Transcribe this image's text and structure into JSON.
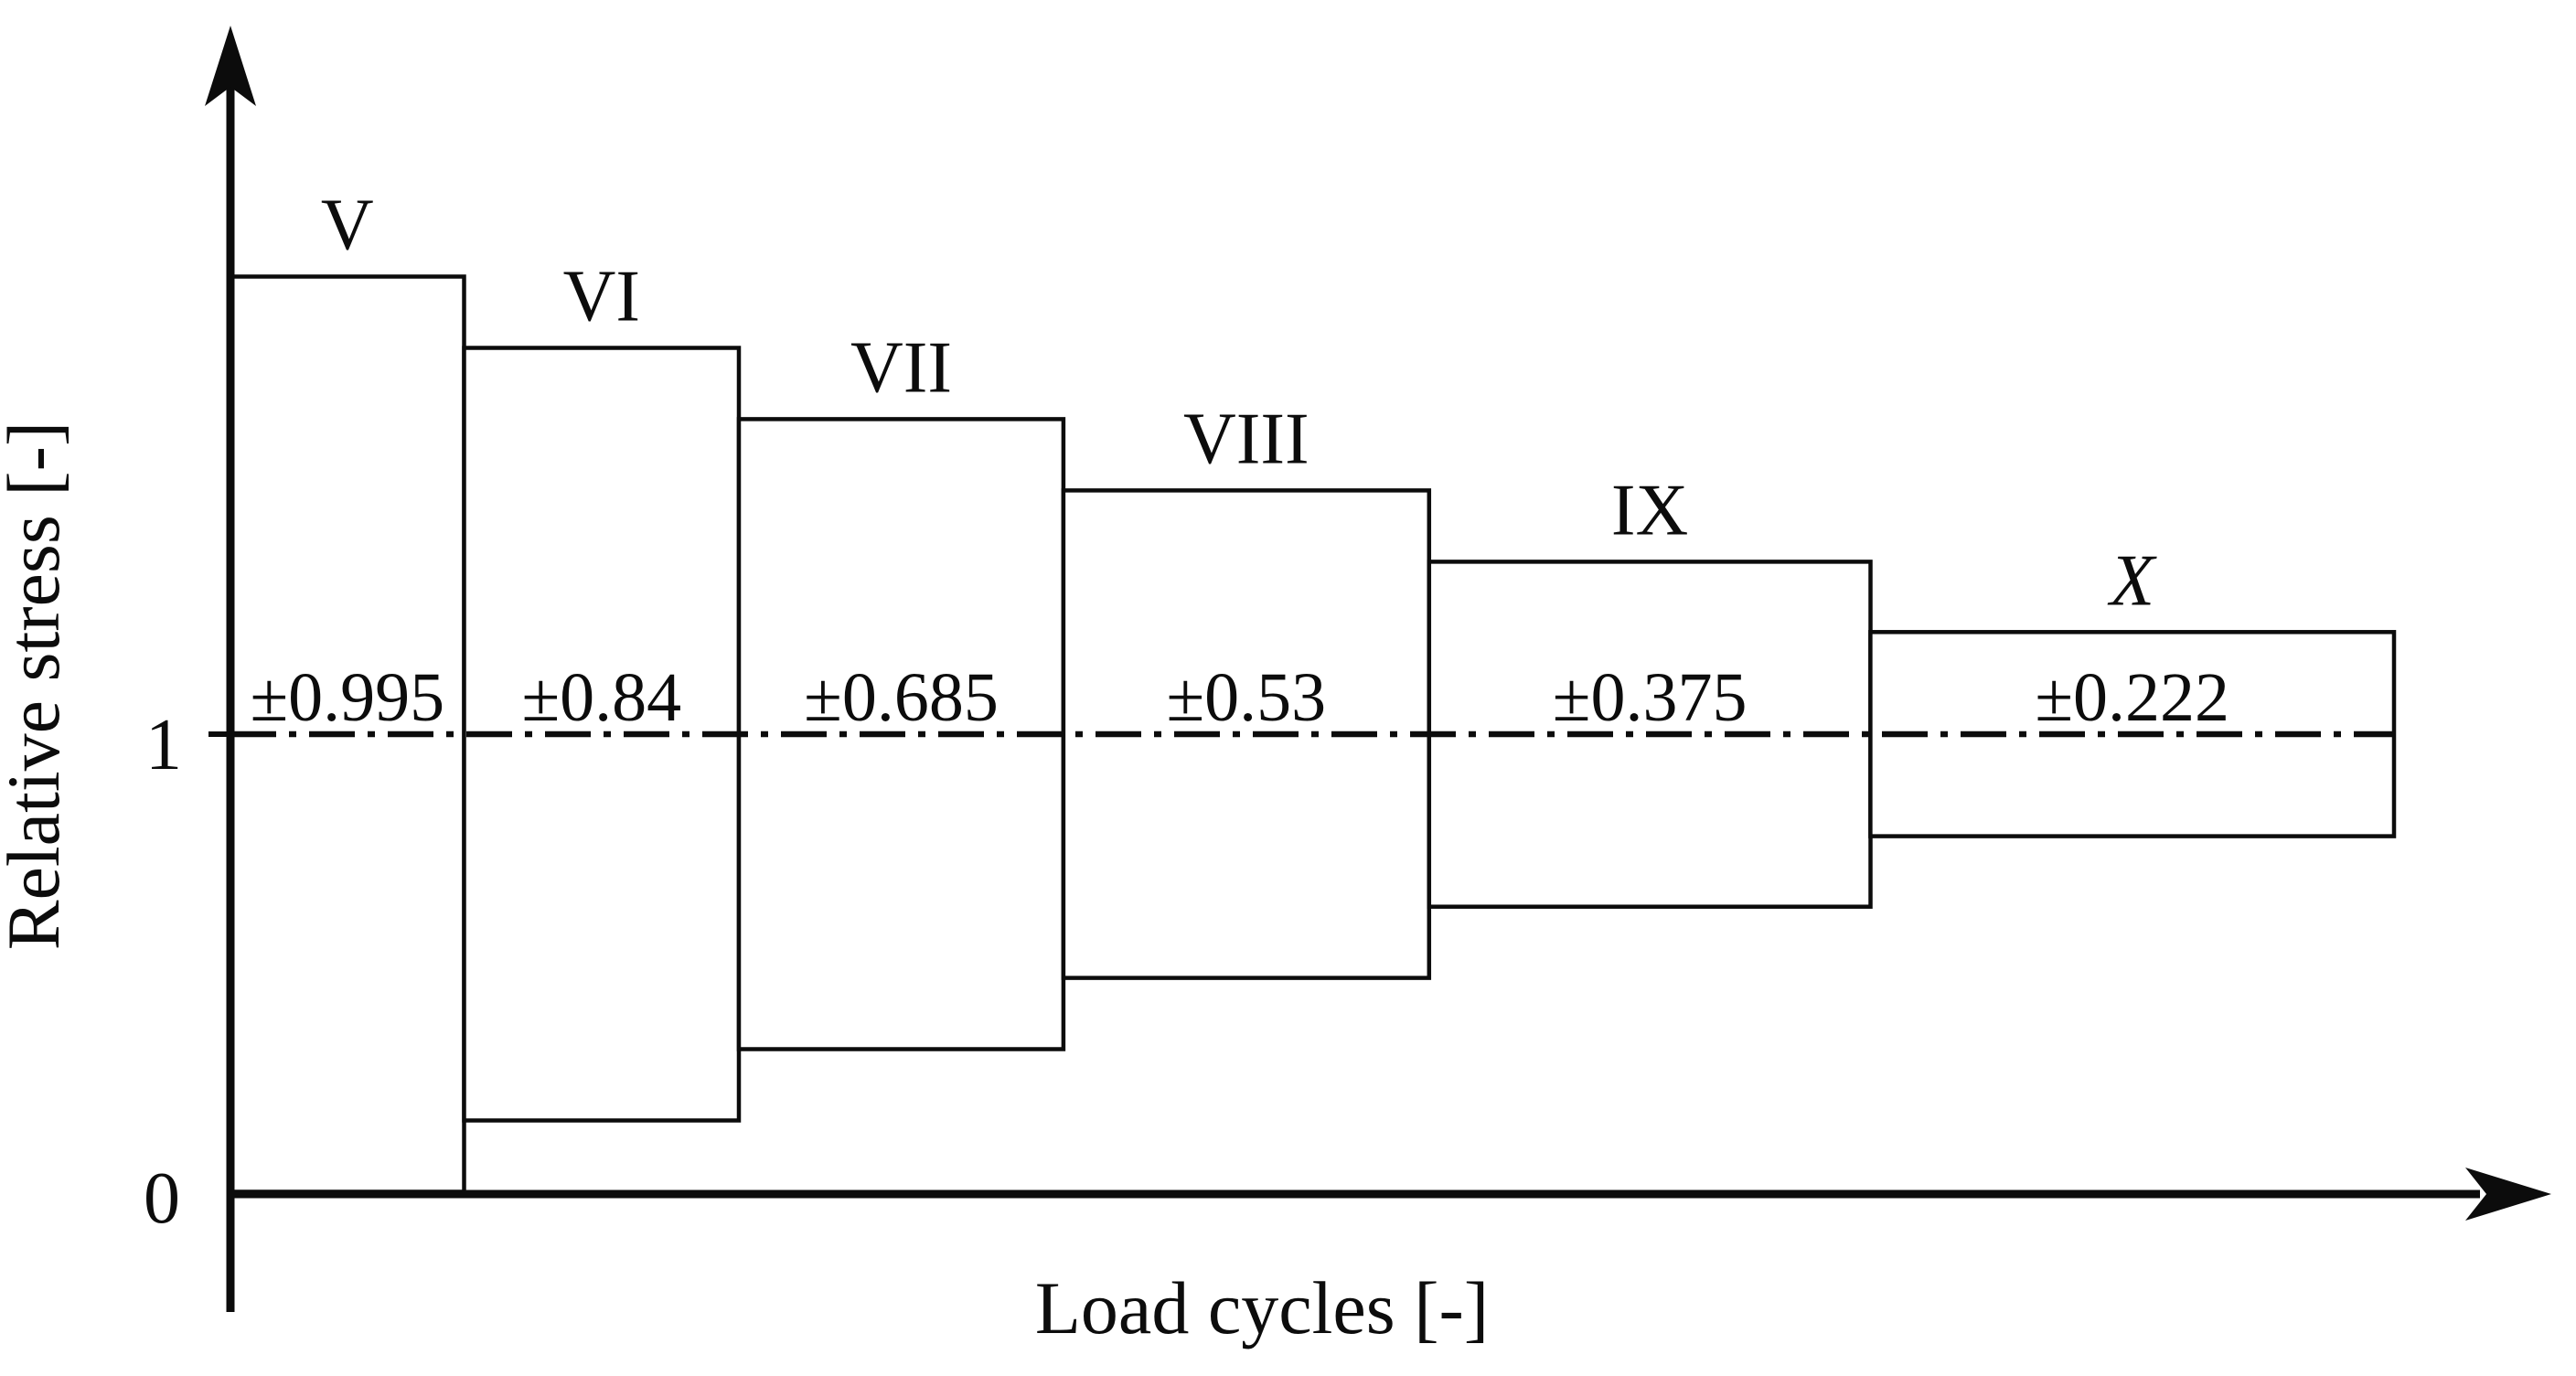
{
  "figure": {
    "background_color": "#ffffff",
    "ink_color": "#0c0c0c",
    "description": "Schematic fatigue block-loading program: six constant-amplitude blocks (V to X) of relative stress plotted against load cycles, centered on the mean relative stress level 1 marked by a dash-dot line."
  },
  "axes": {
    "x_label": "Load cycles [-]",
    "y_label": "Relative stress [-]",
    "y_ticks": [
      {
        "label": "1",
        "value": 1
      },
      {
        "label": "0",
        "value": 0
      }
    ]
  },
  "mean_line": {
    "value": 1,
    "style": "dash-dot"
  },
  "chart_data": {
    "type": "bar",
    "subtype": "fatigue-block-loading-program",
    "title": "",
    "xlabel": "Load cycles [-]",
    "ylabel": "Relative stress [-]",
    "ylim": [
      0,
      2.1
    ],
    "yticks": [
      1,
      0
    ],
    "grid": false,
    "legend": false,
    "mean_stress_level": 1,
    "categories": [
      "V",
      "VI",
      "VII",
      "VIII",
      "IX",
      "X"
    ],
    "series": [
      {
        "name": "relative stress amplitude (±)",
        "values": [
          0.995,
          0.84,
          0.685,
          0.53,
          0.375,
          0.222
        ]
      }
    ],
    "blocks": [
      {
        "label": "V",
        "amplitude": 0.995,
        "amplitude_label": "±0.995",
        "upper": 1.995,
        "lower": 0.005,
        "width_fraction": 0.108
      },
      {
        "label": "VI",
        "amplitude": 0.84,
        "amplitude_label": "±0.84",
        "upper": 1.84,
        "lower": 0.16,
        "width_fraction": 0.127
      },
      {
        "label": "VII",
        "amplitude": 0.685,
        "amplitude_label": "±0.685",
        "upper": 1.685,
        "lower": 0.315,
        "width_fraction": 0.15
      },
      {
        "label": "VIII",
        "amplitude": 0.53,
        "amplitude_label": "±0.53",
        "upper": 1.53,
        "lower": 0.47,
        "width_fraction": 0.169
      },
      {
        "label": "IX",
        "amplitude": 0.375,
        "amplitude_label": "±0.375",
        "upper": 1.375,
        "lower": 0.625,
        "width_fraction": 0.204
      },
      {
        "label": "X",
        "amplitude": 0.222,
        "amplitude_label": "±0.222",
        "upper": 1.222,
        "lower": 0.778,
        "width_fraction": 0.242
      }
    ]
  }
}
